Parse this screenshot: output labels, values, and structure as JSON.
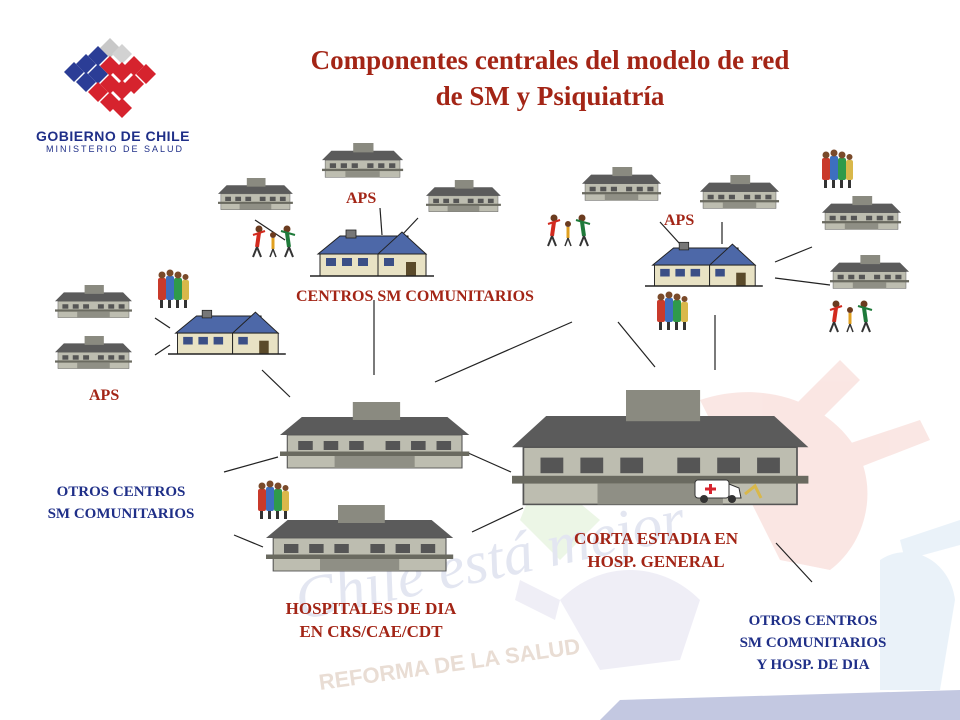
{
  "header": {
    "title_line1": "Componentes centrales del modelo de red",
    "title_line2": "de SM y Psiquiatría"
  },
  "logo": {
    "line1": "GOBIERNO DE CHILE",
    "line2": "MINISTERIO DE SALUD"
  },
  "labels": {
    "aps_top": "APS",
    "aps_right": "APS",
    "aps_left": "APS",
    "centros_comunitarios": "CENTROS SM COMUNITARIOS",
    "otros_left_line1": "OTROS CENTROS",
    "otros_left_line2": "SM COMUNITARIOS",
    "corta_line1": "CORTA ESTADIA EN",
    "corta_line2": "HOSP. GENERAL",
    "hospitales_line1": "HOSPITALES DE DIA",
    "hospitales_line2": "EN CRS/CAE/CDT",
    "otros_right_line1": "OTROS CENTROS",
    "otros_right_line2": "SM COMUNITARIOS",
    "otros_right_line3": "Y HOSP. DE DIA"
  },
  "watermark": {
    "slogan": "Chile está mejor",
    "reforma": "REFORMA DE LA SALUD"
  },
  "colors": {
    "title": "#a32516",
    "blue_label": "#1f2f88",
    "logo_red": "#d6232e",
    "logo_blue": "#2b3d96"
  },
  "icons": [
    "building-icon",
    "house-icon",
    "people-group-icon",
    "dancing-people-icon",
    "ambulance-icon"
  ]
}
